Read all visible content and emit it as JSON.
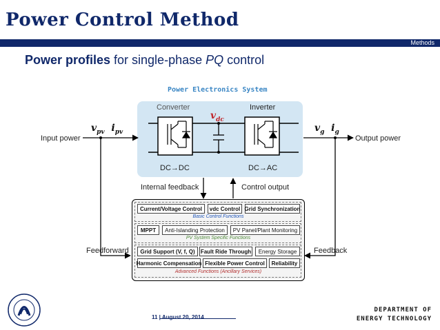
{
  "slide": {
    "title": "Power Control Method",
    "section": "Methods",
    "subtitle_bold": "Power profiles",
    "subtitle_mid": " for single-phase ",
    "subtitle_ital": "PQ",
    "subtitle_end": " control"
  },
  "diagram": {
    "system_title": "Power Electronics System",
    "converter": "Converter",
    "inverter": "Inverter",
    "dc_dc": "DC→DC",
    "dc_ac": "DC→AC",
    "vdc": "vdc",
    "vpv": "vpv",
    "ipv": "ipv",
    "vg": "vg",
    "ig": "ig",
    "input_power": "Input power",
    "output_power": "Output power",
    "internal_feedback": "Internal feedback",
    "control_output": "Control output",
    "feedforward": "Feedforward",
    "feedback": "Feedback"
  },
  "control": {
    "basic": {
      "items": [
        "Current/Voltage Control",
        "vdc Control",
        "Grid Synchronization"
      ],
      "label": "Basic Control Functions"
    },
    "pv": {
      "items": [
        "MPPT",
        "Anti-Islanding Protection",
        "PV Panel/Plant Monitoring"
      ],
      "label": "PV System Specific Functions"
    },
    "advanced": {
      "row1": [
        "Grid Support (V, f, Q)",
        "Fault Ride Through",
        "Energy Storage"
      ],
      "row2": [
        "Harmonic Compensation",
        "Flexible Power Control",
        "Reliability"
      ],
      "label": "Advanced Functions (Ancillary Services)"
    }
  },
  "footer": {
    "page": "11 | August 20, 2014",
    "dept_line1": "DEPARTMENT OF",
    "dept_line2": "ENERGY TECHNOLOGY"
  },
  "colors": {
    "navy": "#10286a",
    "system_fill": "#d3e6f3",
    "accent_blue": "#3a86c4",
    "vdc_red": "#c0282d",
    "basic_label": "#1f55b8",
    "pv_label": "#4f8a3a",
    "adv_label": "#b22d2d"
  }
}
